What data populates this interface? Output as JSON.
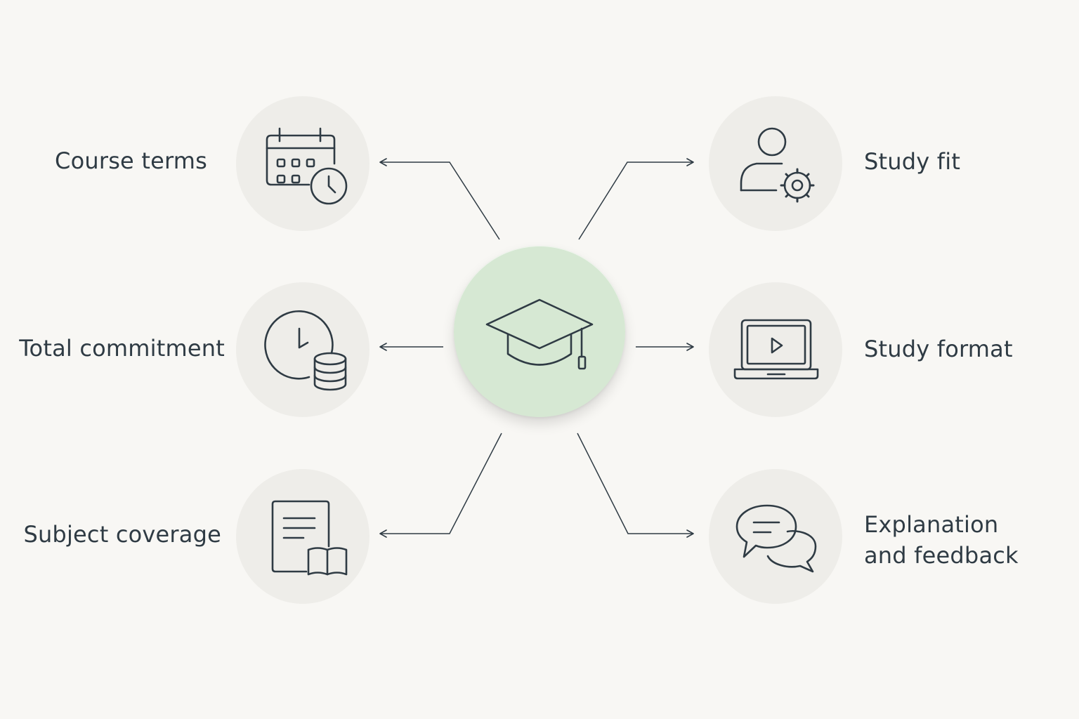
{
  "diagram": {
    "center": {
      "icon": "graduation-cap-icon"
    },
    "left_items": [
      {
        "label": "Course terms",
        "icon": "calendar-clock-icon"
      },
      {
        "label": "Total commitment",
        "icon": "clock-coins-icon"
      },
      {
        "label": "Subject coverage",
        "icon": "document-book-icon"
      }
    ],
    "right_items": [
      {
        "label": "Study fit",
        "icon": "user-gear-icon"
      },
      {
        "label": "Study format",
        "icon": "laptop-video-icon"
      },
      {
        "label_line1": "Explanation",
        "label_line2": "and feedback",
        "icon": "chat-bubbles-icon"
      }
    ]
  },
  "colors": {
    "background": "#f8f7f4",
    "icon_circle": "#eeede9",
    "hub": "#d6e8d3",
    "stroke": "#2f3b44"
  }
}
